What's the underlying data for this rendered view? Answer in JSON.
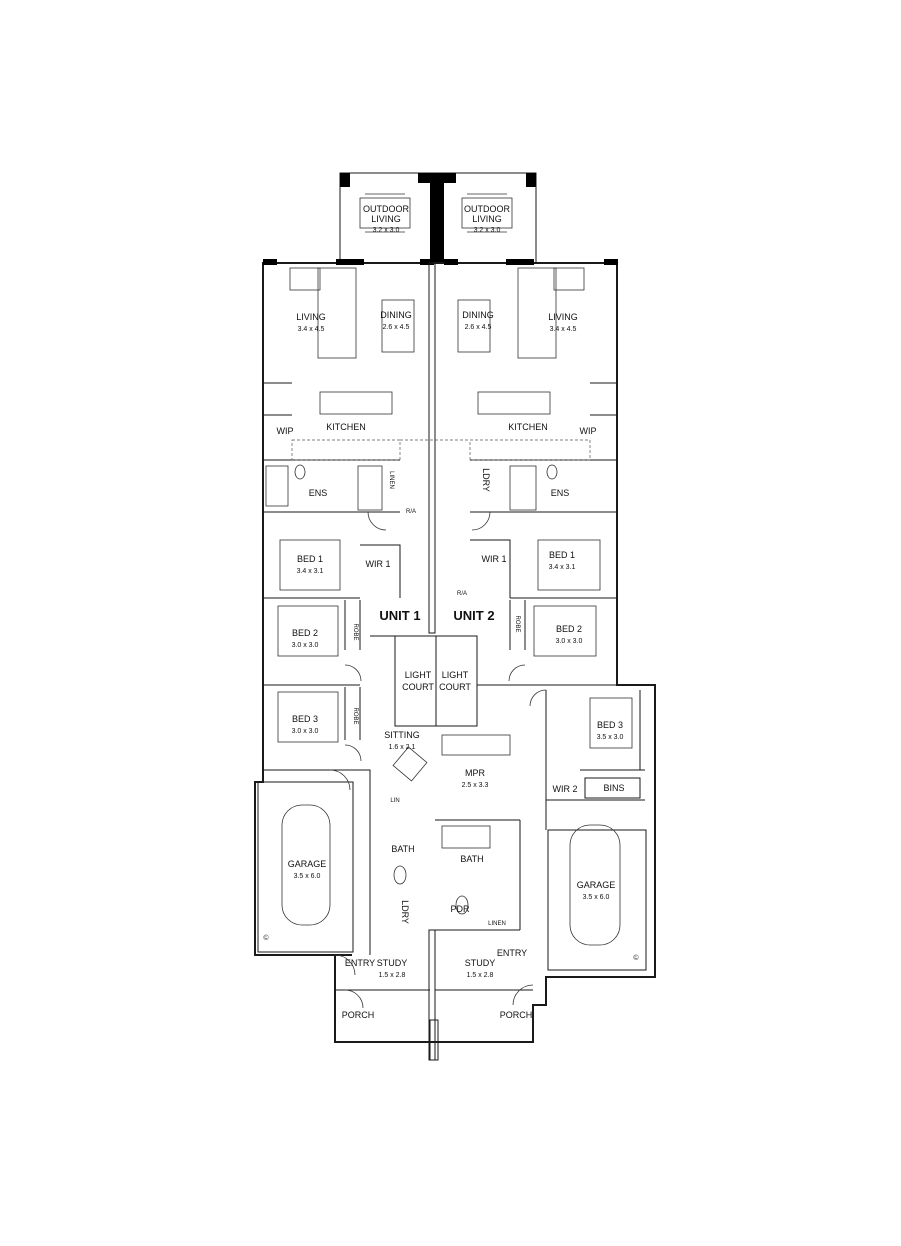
{
  "units": {
    "unit1": "UNIT 1",
    "unit2": "UNIT 2"
  },
  "rooms": {
    "u1_outdoor_a": "OUTDOOR",
    "u1_outdoor_b": "LIVING",
    "u1_outdoor_dim": "3.2 x 3.0",
    "u2_outdoor_a": "OUTDOOR",
    "u2_outdoor_b": "LIVING",
    "u2_outdoor_dim": "3.2 x 3.0",
    "u1_living": "LIVING",
    "u1_living_dim": "3.4 x 4.5",
    "u1_dining": "DINING",
    "u1_dining_dim": "2.6 x 4.5",
    "u2_dining": "DINING",
    "u2_dining_dim": "2.6 x 4.5",
    "u2_living": "LIVING",
    "u2_living_dim": "3.4 x 4.5",
    "u1_kitchen": "KITCHEN",
    "u2_kitchen": "KITCHEN",
    "u1_wip": "WIP",
    "u2_wip": "WIP",
    "u1_ens": "ENS",
    "u2_ens": "ENS",
    "u1_linen_top": "LINEN",
    "u2_ldry_top": "LDRY",
    "u1_ra": "R/A",
    "u2_ra": "R/A",
    "u1_bed1": "BED 1",
    "u1_bed1_dim": "3.4 x 3.1",
    "u2_bed1": "BED 1",
    "u2_bed1_dim": "3.4 x 3.1",
    "u1_wir1": "WIR 1",
    "u2_wir1": "WIR 1",
    "u1_bed2": "BED 2",
    "u1_bed2_dim": "3.0 x 3.0",
    "u2_bed2": "BED 2",
    "u2_bed2_dim": "3.0 x 3.0",
    "u1_robe_a": "ROBE",
    "u1_robe_b": "ROBE",
    "u2_robe": "ROBE",
    "u1_light_a": "LIGHT",
    "u1_light_b": "COURT",
    "u2_light_a": "LIGHT",
    "u2_light_b": "COURT",
    "u1_bed3": "BED 3",
    "u1_bed3_dim": "3.0 x 3.0",
    "u2_bed3": "BED 3",
    "u2_bed3_dim": "3.5 x 3.0",
    "u1_sitting": "SITTING",
    "u1_sitting_dim": "1.6 x 2.1",
    "u2_mpr": "MPR",
    "u2_mpr_dim": "2.5 x 3.3",
    "u2_wir2": "WIR 2",
    "u2_bins": "BINS",
    "u1_lin": "LIN",
    "u1_bath": "BATH",
    "u2_bath": "BATH",
    "u1_ldry": "LDRY",
    "u2_pdr": "PDR",
    "u2_linen": "LINEN",
    "u1_garage": "GARAGE",
    "u1_garage_dim": "3.5 x 6.0",
    "u2_garage": "GARAGE",
    "u2_garage_dim": "3.5 x 6.0",
    "u1_entry": "ENTRY",
    "u2_entry": "ENTRY",
    "u1_study": "STUDY",
    "u1_study_dim": "1.5 x 2.8",
    "u2_study": "STUDY",
    "u2_study_dim": "1.5 x 2.8",
    "u1_porch": "PORCH",
    "u2_porch": "PORCH",
    "u1_copyright": "©",
    "u2_copyright": "©"
  }
}
